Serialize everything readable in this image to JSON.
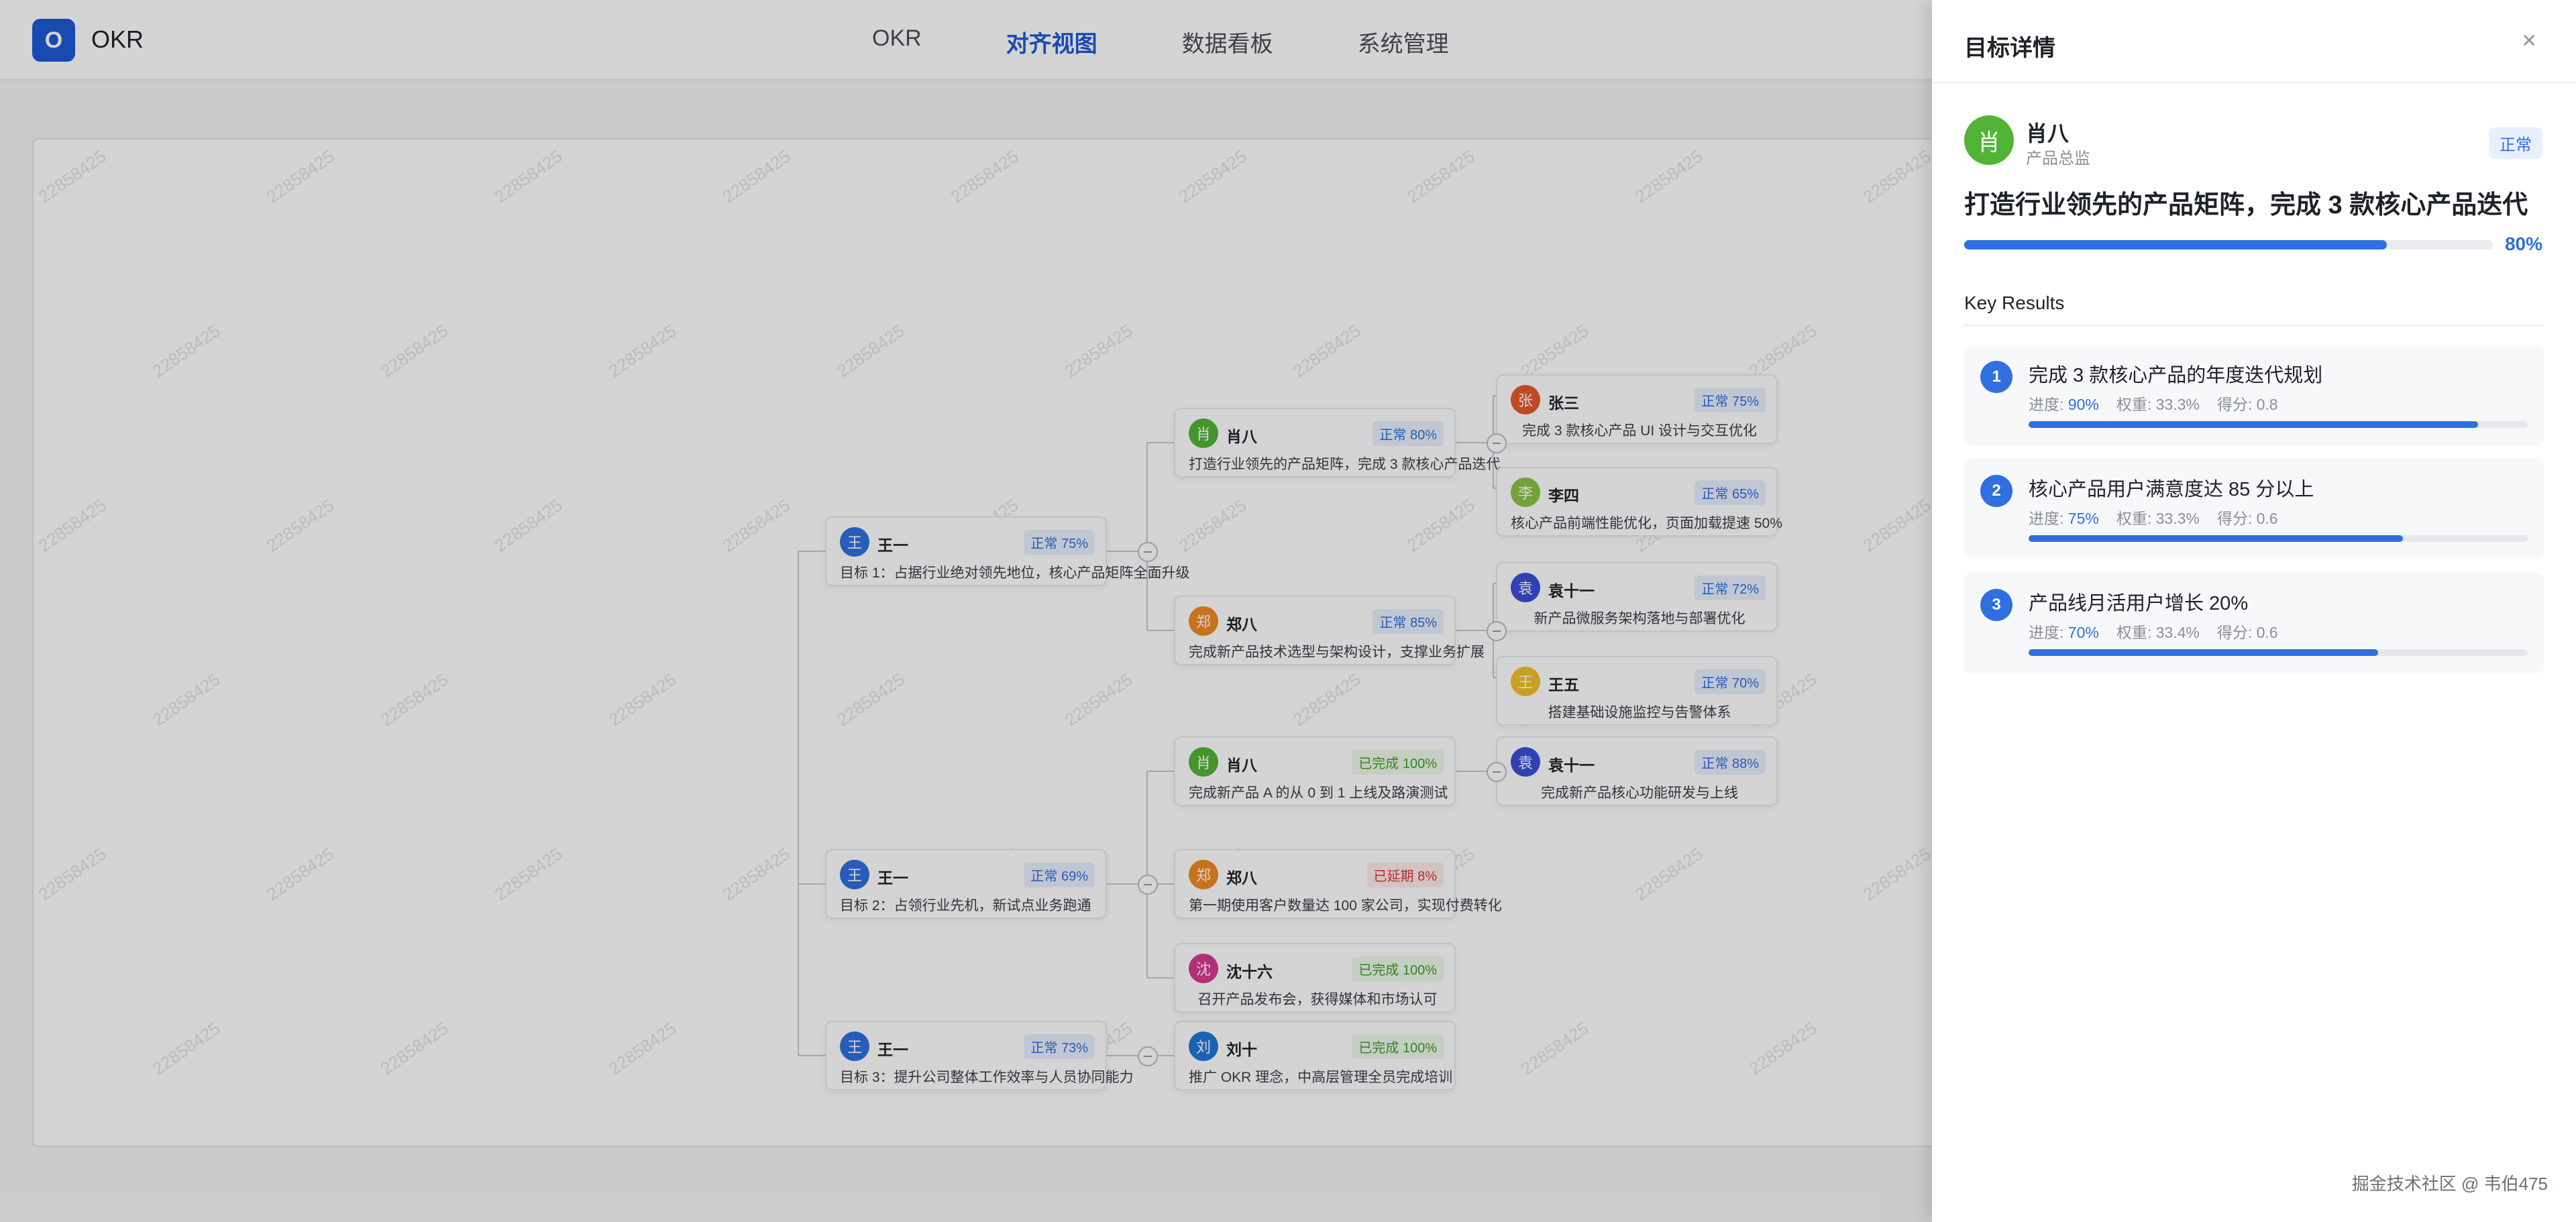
{
  "header": {
    "logo_letter": "O",
    "app_title": "OKR",
    "tabs": [
      {
        "label": "OKR",
        "active": false
      },
      {
        "label": "对齐视图",
        "active": true
      },
      {
        "label": "数据看板",
        "active": false
      },
      {
        "label": "系统管理",
        "active": false
      }
    ]
  },
  "watermark": "22858425",
  "tree": [
    {
      "owner": "王一",
      "avatar": "王",
      "avatar_color": "#2f6fe0",
      "status": "正常 75%",
      "status_type": "normal",
      "text": "目标 1：占据行业绝对领先地位，核心产品矩阵全面升级"
    },
    {
      "owner": "肖八",
      "avatar": "肖",
      "avatar_color": "#52b436",
      "status": "正常 80%",
      "status_type": "normal",
      "text": "打造行业领先的产品矩阵，完成 3 款核心产品迭代"
    },
    {
      "owner": "张三",
      "avatar": "张",
      "avatar_color": "#e55a2e",
      "status": "正常 75%",
      "status_type": "normal",
      "text": "完成 3 款核心产品 UI 设计与交互优化"
    },
    {
      "owner": "李四",
      "avatar": "李",
      "avatar_color": "#8bc34a",
      "status": "正常 65%",
      "status_type": "normal",
      "text": "核心产品前端性能优化，页面加载提速 50%"
    },
    {
      "owner": "郑八",
      "avatar": "郑",
      "avatar_color": "#f08a24",
      "status": "正常 85%",
      "status_type": "normal",
      "text": "完成新产品技术选型与架构设计，支撑业务扩展"
    },
    {
      "owner": "袁十一",
      "avatar": "袁",
      "avatar_color": "#3a4fd6",
      "status": "正常 72%",
      "status_type": "normal",
      "text": "新产品微服务架构落地与部署优化"
    },
    {
      "owner": "王五",
      "avatar": "王",
      "avatar_color": "#f2c12e",
      "status": "正常 70%",
      "status_type": "normal",
      "text": "搭建基础设施监控与告警体系"
    },
    {
      "owner": "肖八",
      "avatar": "肖",
      "avatar_color": "#52b436",
      "status": "已完成 100%",
      "status_type": "done",
      "text": "完成新产品 A 的从 0 到 1 上线及路演测试"
    },
    {
      "owner": "袁十一",
      "avatar": "袁",
      "avatar_color": "#3a4fd6",
      "status": "正常 88%",
      "status_type": "normal",
      "text": "完成新产品核心功能研发与上线"
    },
    {
      "owner": "王一",
      "avatar": "王",
      "avatar_color": "#2f6fe0",
      "status": "正常 69%",
      "status_type": "normal",
      "text": "目标 2：占领行业先机，新试点业务跑通"
    },
    {
      "owner": "郑八",
      "avatar": "郑",
      "avatar_color": "#f08a24",
      "status": "已延期 8%",
      "status_type": "late",
      "text": "第一期使用客户数量达 100 家公司，实现付费转化"
    },
    {
      "owner": "沈十六",
      "avatar": "沈",
      "avatar_color": "#d63c8f",
      "status": "已完成 100%",
      "status_type": "done",
      "text": "召开产品发布会，获得媒体和市场认可"
    },
    {
      "owner": "王一",
      "avatar": "王",
      "avatar_color": "#2f6fe0",
      "status": "正常 73%",
      "status_type": "normal",
      "text": "目标 3：提升公司整体工作效率与人员协同能力"
    },
    {
      "owner": "刘十",
      "avatar": "刘",
      "avatar_color": "#1f78d6",
      "status": "已完成 100%",
      "status_type": "done",
      "text": "推广 OKR 理念，中高层管理全员完成培训"
    }
  ],
  "drawer": {
    "title": "目标详情",
    "close_icon": "×",
    "owner": "肖八",
    "avatar": "肖",
    "role": "产品总监",
    "status": "正常",
    "objective": "打造行业领先的产品矩阵，完成 3 款核心产品迭代",
    "progress": 80,
    "progress_label": "80%",
    "kr_section_title": "Key Results",
    "key_results": [
      {
        "num": "1",
        "text": "完成 3 款核心产品的年度迭代规划",
        "progress_label": "进度:",
        "progress": "90%",
        "progress_value": 90,
        "weight": "权重: 33.3%",
        "score": "得分: 0.8"
      },
      {
        "num": "2",
        "text": "核心产品用户满意度达 85 分以上",
        "progress_label": "进度:",
        "progress": "75%",
        "progress_value": 75,
        "weight": "权重: 33.3%",
        "score": "得分: 0.6"
      },
      {
        "num": "3",
        "text": "产品线月活用户增长 20%",
        "progress_label": "进度:",
        "progress": "70%",
        "progress_value": 70,
        "weight": "权重: 33.4%",
        "score": "得分: 0.6"
      }
    ]
  },
  "footer": "掘金技术社区 @ 韦伯475"
}
